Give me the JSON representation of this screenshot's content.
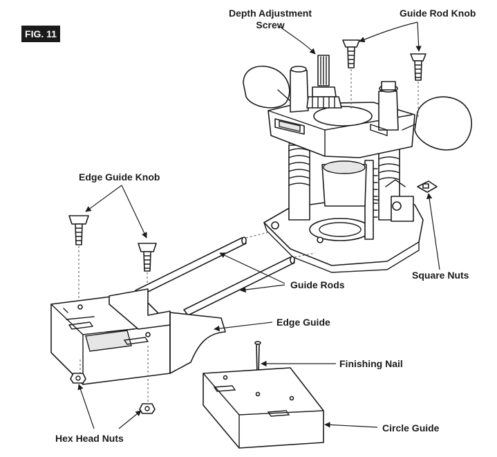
{
  "figure": {
    "badge": "FIG. 11"
  },
  "labels": {
    "depth_adjustment_screw_line1": "Depth Adjustment",
    "depth_adjustment_screw_line2": "Screw",
    "guide_rod_knob": "Guide Rod Knob",
    "edge_guide_knob": "Edge Guide Knob",
    "square_nuts": "Square Nuts",
    "guide_rods": "Guide Rods",
    "edge_guide": "Edge Guide",
    "finishing_nail": "Finishing Nail",
    "hex_head_nuts": "Hex Head Nuts",
    "circle_guide": "Circle Guide"
  }
}
